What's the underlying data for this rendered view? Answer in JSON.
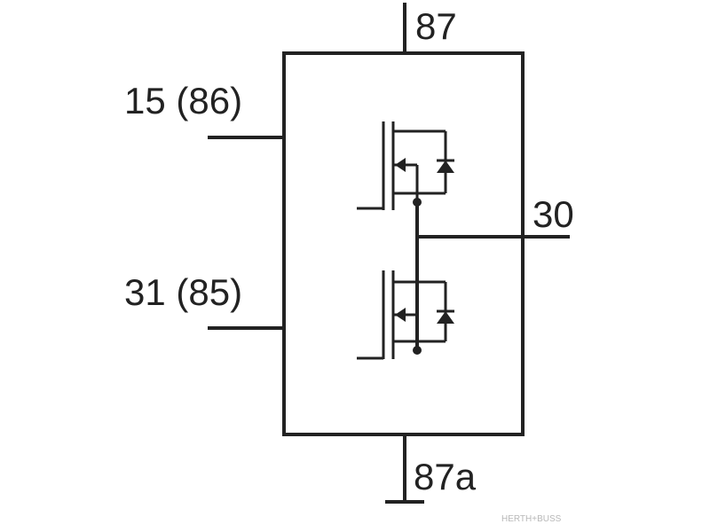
{
  "diagram": {
    "colors": {
      "line": "#222222",
      "label": "#222222",
      "background": "#ffffff",
      "watermark": "#b8b8b8"
    },
    "pins": {
      "top": "87",
      "left_upper": "15 (86)",
      "left_lower": "31 (85)",
      "right": "30",
      "bottom": "87a"
    },
    "components": [
      {
        "kind": "mosfet-with-body-diode",
        "icon": "mosfet-upper-icon"
      },
      {
        "kind": "mosfet-with-body-diode",
        "icon": "mosfet-lower-icon"
      }
    ],
    "watermark": "HERTH+BUSS"
  }
}
